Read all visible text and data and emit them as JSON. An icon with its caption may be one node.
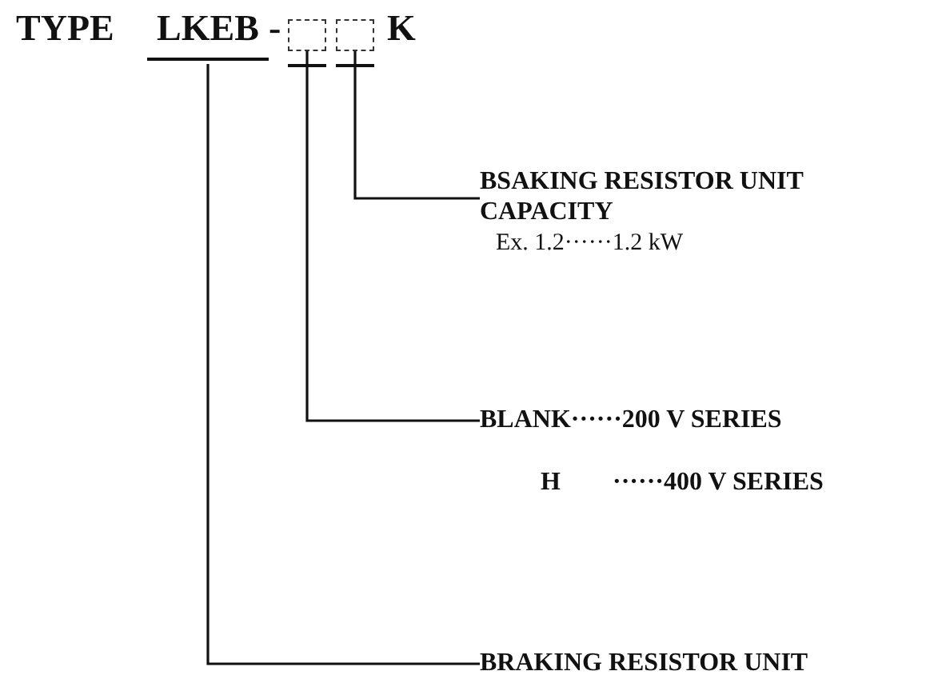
{
  "diagram": {
    "nodes": [
      {
        "text": [
          "LKEB"
        ]
      },
      {
        "text": [],
        "shape": "box"
      },
      {
        "text": [],
        "shape": "box"
      },
      {
        "text": [
          "BSAKING RESISTOR UNIT CAPACITY",
          "Ex. 1.2······1.2 kW"
        ]
      },
      {
        "text": [
          "BLANK······200 V SERIES"
        ]
      },
      {
        "text": [
          "BRAKING RESISTOR UNIT"
        ]
      }
    ],
    "edges": [
      {
        "from": 2,
        "to": 3,
        "arrow": "none"
      },
      {
        "from": 1,
        "to": 4,
        "arrow": "none"
      },
      {
        "from": 0,
        "to": 5,
        "arrow": "none"
      }
    ],
    "labels": [
      "TYPE",
      "-",
      "K",
      "H",
      "······400 V SERIES"
    ]
  }
}
